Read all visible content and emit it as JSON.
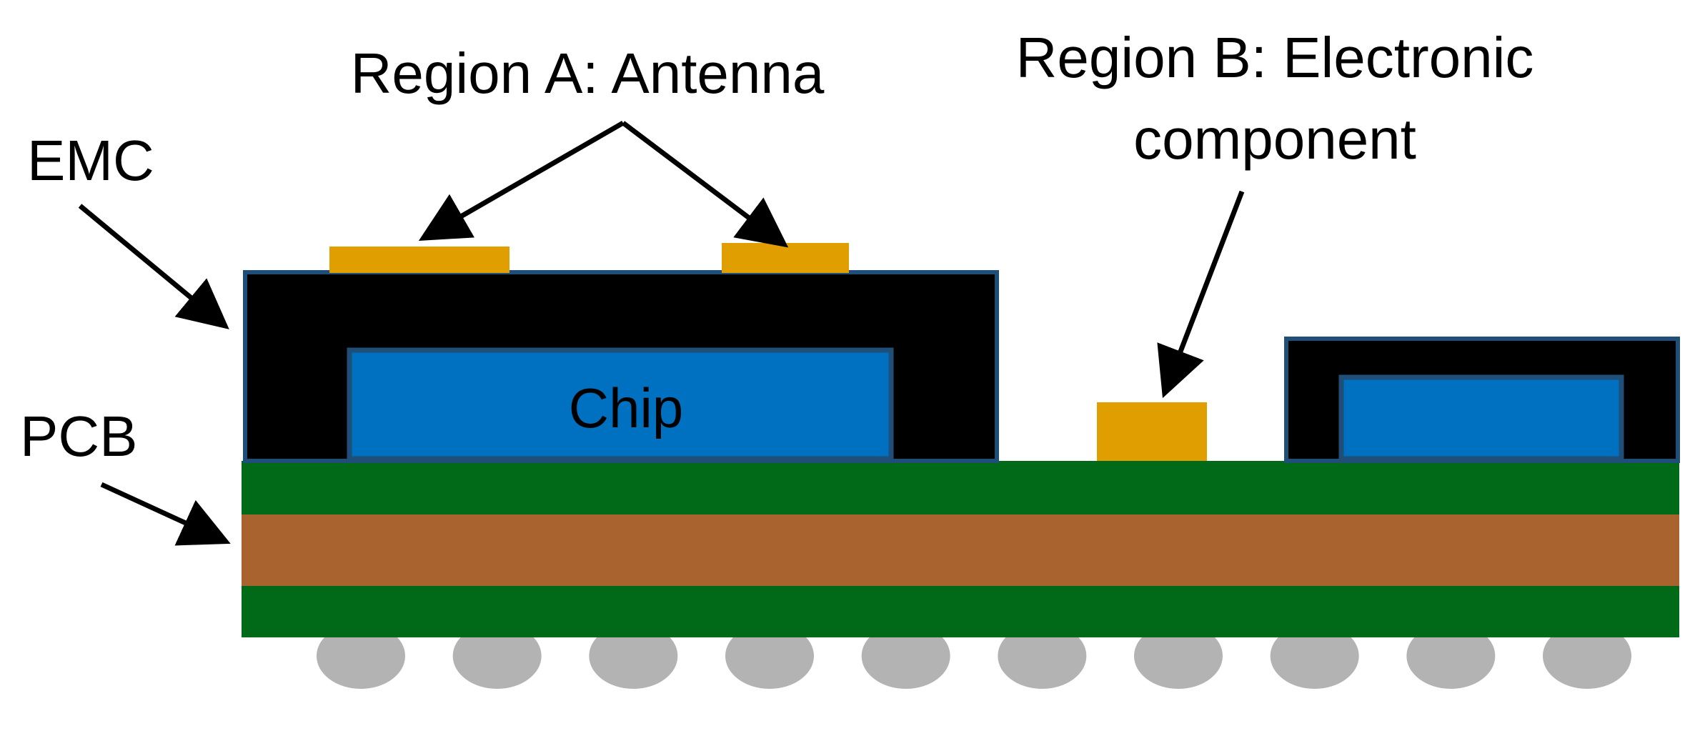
{
  "labels": {
    "region_a": "Region A: Antenna",
    "region_b_line1": "Region B: Electronic",
    "region_b_line2": "component",
    "emc": "EMC",
    "pcb": "PCB",
    "chip": "Chip"
  },
  "colors": {
    "emc": "#000000",
    "emc_border": "#1f4e79",
    "chip": "#0070c0",
    "chip_border": "#1f4e79",
    "antenna": "#e19e00",
    "pcb_outer": "#006a19",
    "pcb_core": "#a9632e",
    "solder_ball": "#b3b3b3",
    "arrow": "#000000"
  },
  "solder_ball_count": 10
}
